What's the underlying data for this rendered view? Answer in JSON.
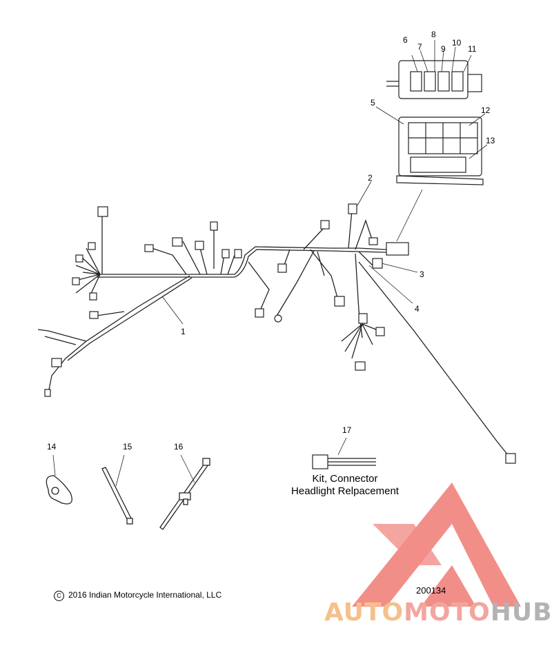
{
  "callouts": {
    "c1": "1",
    "c2": "2",
    "c3": "3",
    "c4": "4",
    "c5": "5",
    "c6": "6",
    "c7": "7",
    "c8": "8",
    "c9": "9",
    "c10": "10",
    "c11": "11",
    "c12": "12",
    "c13": "13",
    "c14": "14",
    "c15": "15",
    "c16": "16",
    "c17": "17"
  },
  "kit": {
    "line1": "Kit, Connector",
    "line2": "Headlight Relpacement"
  },
  "copyright": "2016 Indian Motorcycle International, LLC",
  "part_number": "200134",
  "watermark": {
    "part1": "AUTO",
    "part2": "MOTO",
    "part3": "HUB"
  },
  "colors": {
    "line": "#222222",
    "watermark_red": "#f07b74",
    "watermark_orange": "#f5b070",
    "watermark_gray": "#9e9e9e"
  }
}
